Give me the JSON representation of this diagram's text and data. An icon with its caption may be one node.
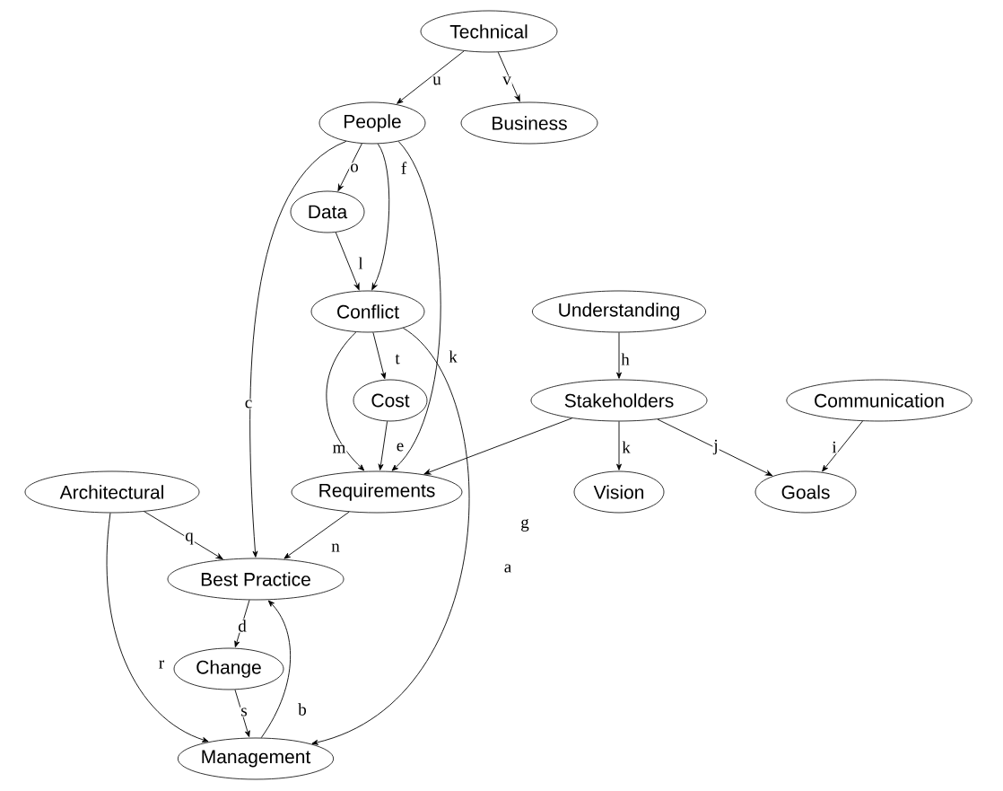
{
  "diagram": {
    "nodes": [
      {
        "text": [
          "Technical"
        ]
      },
      {
        "text": [
          "People"
        ]
      },
      {
        "text": [
          "Business"
        ]
      },
      {
        "text": [
          "Data"
        ]
      },
      {
        "text": [
          "Conflict"
        ]
      },
      {
        "text": [
          "Understanding"
        ]
      },
      {
        "text": [
          "Cost"
        ]
      },
      {
        "text": [
          "Stakeholders"
        ]
      },
      {
        "text": [
          "Communication"
        ]
      },
      {
        "text": [
          "Architectural"
        ]
      },
      {
        "text": [
          "Requirements"
        ]
      },
      {
        "text": [
          "Vision"
        ]
      },
      {
        "text": [
          "Goals"
        ]
      },
      {
        "text": [
          "Best Practice"
        ]
      },
      {
        "text": [
          "Change"
        ]
      },
      {
        "text": [
          "Management"
        ]
      }
    ],
    "edges": [
      {
        "from": 0,
        "to": 1,
        "arrow": "to",
        "label": "u"
      },
      {
        "from": 0,
        "to": 2,
        "arrow": "to",
        "label": "v"
      },
      {
        "from": 1,
        "to": 3,
        "arrow": "to",
        "label": "o"
      },
      {
        "from": 1,
        "to": 4,
        "arrow": "to",
        "label": "f"
      },
      {
        "from": 1,
        "to": 13,
        "arrow": "to",
        "label": "c"
      },
      {
        "from": 1,
        "to": 10,
        "arrow": "to",
        "label": "k"
      },
      {
        "from": 3,
        "to": 4,
        "arrow": "to",
        "label": "l"
      },
      {
        "from": 4,
        "to": 6,
        "arrow": "to",
        "label": "t"
      },
      {
        "from": 4,
        "to": 10,
        "arrow": "to",
        "label": "m"
      },
      {
        "from": 4,
        "to": 15,
        "arrow": "to",
        "label": "a"
      },
      {
        "from": 5,
        "to": 7,
        "arrow": "to",
        "label": "h"
      },
      {
        "from": 6,
        "to": 10,
        "arrow": "to",
        "label": "e"
      },
      {
        "from": 7,
        "to": 10,
        "arrow": "to",
        "label": "g"
      },
      {
        "from": 7,
        "to": 11,
        "arrow": "to",
        "label": "k"
      },
      {
        "from": 7,
        "to": 12,
        "arrow": "to",
        "label": "j"
      },
      {
        "from": 8,
        "to": 12,
        "arrow": "to",
        "label": "i"
      },
      {
        "from": 9,
        "to": 13,
        "arrow": "to",
        "label": "q"
      },
      {
        "from": 9,
        "to": 15,
        "arrow": "to",
        "label": "r"
      },
      {
        "from": 10,
        "to": 13,
        "arrow": "to",
        "label": "n"
      },
      {
        "from": 13,
        "to": 14,
        "arrow": "to",
        "label": "d"
      },
      {
        "from": 14,
        "to": 15,
        "arrow": "to",
        "label": "s"
      },
      {
        "from": 15,
        "to": 13,
        "arrow": "to",
        "label": "b"
      }
    ]
  }
}
